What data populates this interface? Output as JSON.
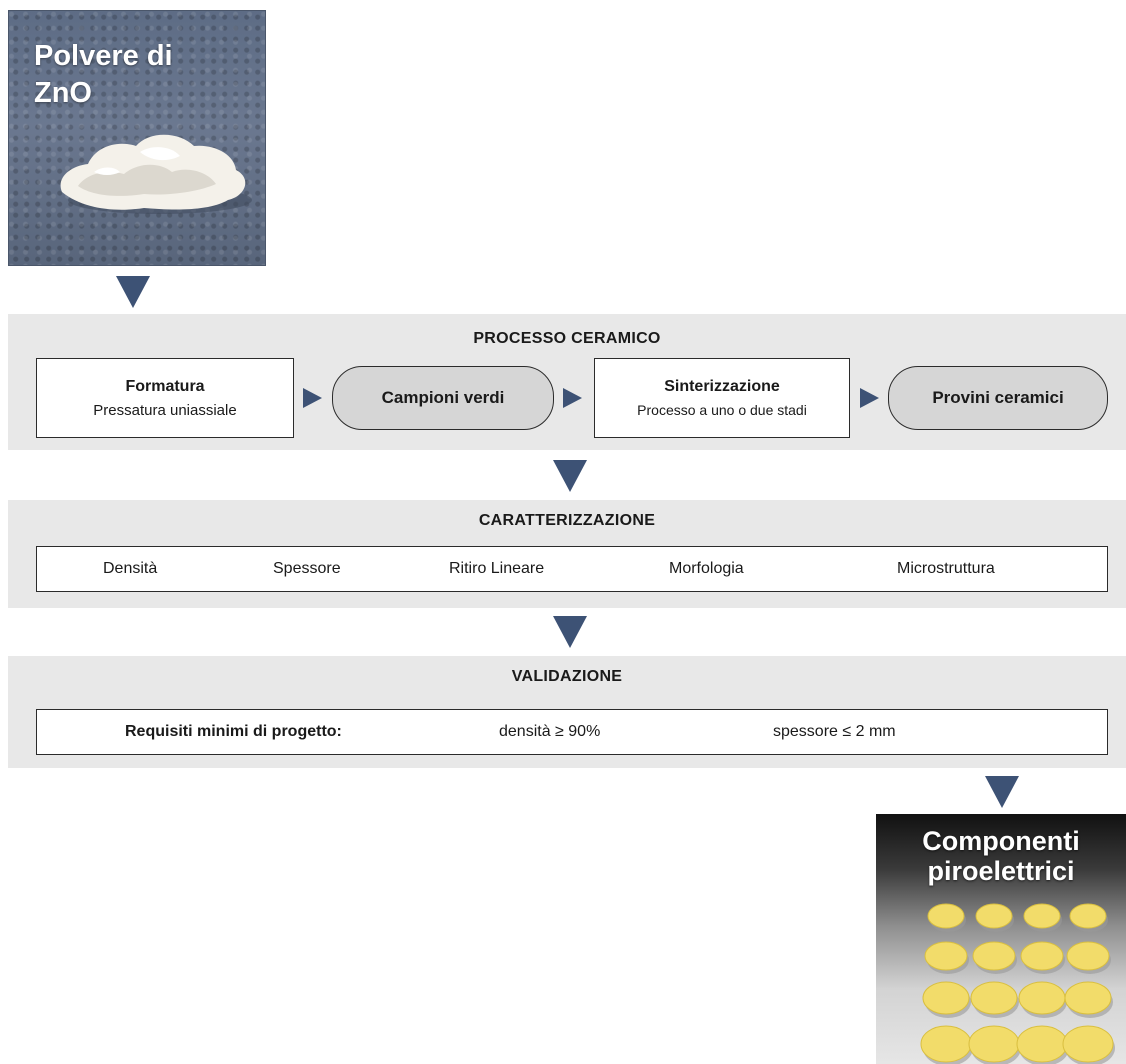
{
  "powder_photo": {
    "title_line1": "Polvere di",
    "title_line2": "ZnO"
  },
  "ceramic_process": {
    "title": "PROCESSO CERAMICO",
    "forming": {
      "title": "Formatura",
      "subtitle": "Pressatura uniassiale"
    },
    "green_samples": "Campioni verdi",
    "sintering": {
      "title": "Sinterizzazione",
      "subtitle": "Processo a uno o due stadi"
    },
    "ceramic_specimens": "Provini ceramici"
  },
  "characterization": {
    "title": "CARATTERIZZAZIONE",
    "items": [
      "Densità",
      "Spessore",
      "Ritiro Lineare",
      "Morfologia",
      "Microstruttura"
    ]
  },
  "validation": {
    "title": "VALIDAZIONE",
    "requirements_label": "Requisiti minimi di progetto:",
    "density_requirement": "densità ≥ 90%",
    "thickness_requirement": "spessore ≤ 2 mm"
  },
  "components_photo": {
    "title_line1": "Componenti",
    "title_line2": "piroelettrici"
  },
  "colors": {
    "arrow": "#3d5275",
    "band_background": "#e8e8e8",
    "pill_background": "#d6d6d6",
    "disc_yellow": "#f2dc6a"
  }
}
